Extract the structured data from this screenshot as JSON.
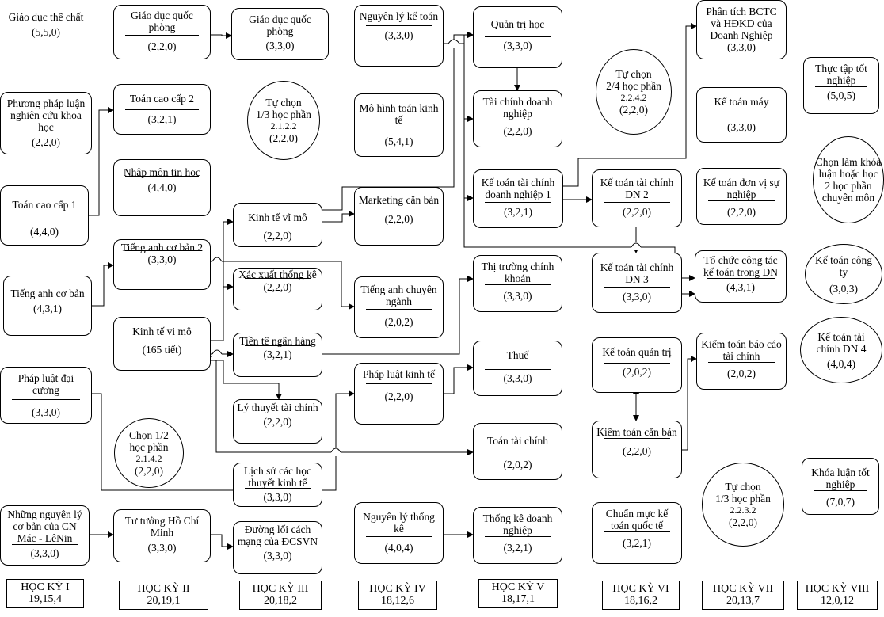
{
  "courses": {
    "gdtc": {
      "title": "Giáo dục thể chất",
      "credits": "(5,5,0)"
    },
    "ppnc": {
      "title": "Phương pháp luận nghiên cứu khoa học",
      "credits": "(2,2,0)"
    },
    "tcc1": {
      "title": "Toán cao cấp 1",
      "credits": "(4,4,0)"
    },
    "tacb": {
      "title": "Tiếng anh cơ bản",
      "credits": "(4,3,1)"
    },
    "pldc": {
      "title": "Pháp luật đại cương",
      "credits": "(3,3,0)"
    },
    "nnl": {
      "title": "Những nguyên lý cơ bản của CN Mác - LêNin",
      "credits": "(3,3,0)"
    },
    "gdqp1": {
      "title": "Giáo dục quốc phòng",
      "credits": "(2,2,0)"
    },
    "tcc2": {
      "title": "Toán cao cấp 2",
      "credits": "(3,2,1)"
    },
    "nmth": {
      "title": "Nhập môn tin học",
      "credits": "(4,4,0)"
    },
    "tacb2": {
      "title": "Tiếng anh cơ bản 2",
      "credits": "(3,3,0)"
    },
    "ktvm": {
      "title": "Kinh tế vi mô",
      "credits": "(165 tiết)"
    },
    "tthcm": {
      "title": "Tư tưởng Hồ Chí Minh",
      "credits": "(3,3,0)"
    },
    "gdqp2": {
      "title": "Giáo dục quốc phòng",
      "credits": "(3,3,0)"
    },
    "ktvimo": {
      "title": "Kinh tế vĩ mô",
      "credits": "(2,2,0)"
    },
    "xstk": {
      "title": "Xác xuất thống kê",
      "credits": "(2,2,0)"
    },
    "ttnh": {
      "title": "Tiền tệ ngân hàng",
      "credits": "(3,2,1)"
    },
    "lttc": {
      "title": "Lý thuyết tài chính",
      "credits": "(2,2,0)"
    },
    "lsht": {
      "title": "Lịch sử các học thuyết kinh tế",
      "credits": "(3,3,0)"
    },
    "dlcm": {
      "title": "Đường lối cách mạng của ĐCSVN",
      "credits": "(3,3,0)"
    },
    "nlkt": {
      "title": "Nguyên lý kế toán",
      "credits": "(3,3,0)"
    },
    "mhtk": {
      "title": "Mô hình toán kinh tế",
      "credits": "(5,4,1)"
    },
    "mkt": {
      "title": "Marketing căn bản",
      "credits": "(2,2,0)"
    },
    "tacn": {
      "title": "Tiếng anh chuyên ngành",
      "credits": "(2,0,2)"
    },
    "plkt": {
      "title": "Pháp luật kinh tế",
      "credits": "(2,2,0)"
    },
    "nltk": {
      "title": "Nguyên lý thống kê",
      "credits": "(4,0,4)"
    },
    "qth": {
      "title": "Quản trị học",
      "credits": "(3,3,0)"
    },
    "tcdn": {
      "title": "Tài chính doanh nghiệp",
      "credits": "(2,2,0)"
    },
    "kttc1": {
      "title": "Kế toán tài chính doanh nghiệp 1",
      "credits": "(3,2,1)"
    },
    "ttck": {
      "title": "Thị trường chính khoán",
      "credits": "(3,3,0)"
    },
    "thue": {
      "title": "Thuế",
      "credits": "(3,3,0)"
    },
    "ttc": {
      "title": "Toán tài chính",
      "credits": "(2,0,2)"
    },
    "tkdn": {
      "title": "Thống kê doanh nghiệp",
      "credits": "(3,2,1)"
    },
    "kttc2": {
      "title": "Kế toán tài chính DN 2",
      "credits": "(2,2,0)"
    },
    "kttc3": {
      "title": "Kế toán tài chính DN 3",
      "credits": "(3,3,0)"
    },
    "ktqt": {
      "title": "Kế toán quản trị",
      "credits": "(2,0,2)"
    },
    "ktcb": {
      "title": "Kiểm toán căn bản",
      "credits": "(2,2,0)"
    },
    "cmkt": {
      "title": "Chuẩn mực kế toán quốc tế",
      "credits": "(3,2,1)"
    },
    "ptbc": {
      "title": "Phân tích BCTC và HĐKD của Doanh Nghiệp",
      "credits": "(3,3,0)"
    },
    "ktm": {
      "title": "Kế toán máy",
      "credits": "(3,3,0)"
    },
    "ktdv": {
      "title": "Kế toán đơn vị sự nghiệp",
      "credits": "(2,2,0)"
    },
    "tcct": {
      "title": "Tổ chức công tác kế toán trong DN",
      "credits": "(4,3,1)"
    },
    "ktbc": {
      "title": "Kiểm toán báo cáo tài chính",
      "credits": "(2,0,2)"
    },
    "tttn": {
      "title": "Thực tập tốt nghiệp",
      "credits": "(5,0,5)"
    },
    "ktcty": {
      "title": "Kế toán công ty",
      "credits": "(3,0,3)"
    },
    "kttc4": {
      "title": "Kế toán tài chính DN 4",
      "credits": "(4,0,4)"
    },
    "kltn": {
      "title": "Khóa luận tốt nghiệp",
      "credits": "(7,0,7)"
    }
  },
  "electives": {
    "e1": {
      "line1": "Chọn 1/2",
      "line2": "học phần",
      "code": "2.1.4.2",
      "credits": "(2,2,0)"
    },
    "e2": {
      "line1": "Tự chọn",
      "line2": "1/3 học phần",
      "code": "2.1.2.2",
      "credits": "(2,2,0)"
    },
    "e3": {
      "line1": "Tự chọn",
      "line2": "2/4 học phần",
      "code": "2.2.4.2",
      "credits": "(2,2,0)"
    },
    "e4": {
      "line1": "Tự chọn",
      "line2": "1/3 học phần",
      "code": "2.2.3.2",
      "credits": "(2,2,0)"
    },
    "e5": {
      "text": "Chọn làm khóa luận hoặc học 2 học phần chuyên môn"
    }
  },
  "semesters": [
    {
      "label": "HỌC KỲ I",
      "credits": "19,15,4"
    },
    {
      "label": "HỌC KỲ II",
      "credits": "20,19,1"
    },
    {
      "label": "HỌC KỲ III",
      "credits": "20,18,2"
    },
    {
      "label": "HỌC KỲ IV",
      "credits": "18,12,6"
    },
    {
      "label": "HỌC KỲ V",
      "credits": "18,17,1"
    },
    {
      "label": "HỌC KỲ VI",
      "credits": "18,16,2"
    },
    {
      "label": "HỌC KỲ VII",
      "credits": "20,13,7"
    },
    {
      "label": "HỌC KỲ VIII",
      "credits": "12,0,12"
    }
  ]
}
